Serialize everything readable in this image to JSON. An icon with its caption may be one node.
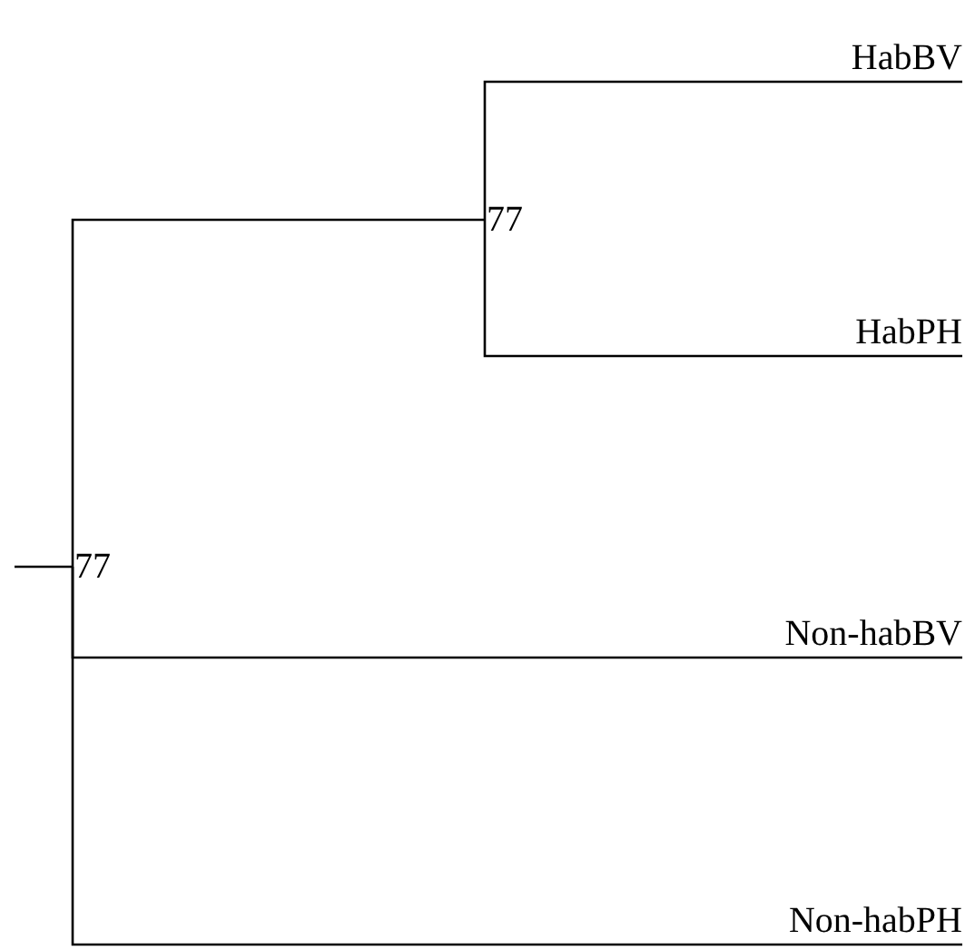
{
  "diagram": {
    "nodes": [
      {
        "text": [
          "77"
        ]
      },
      {
        "text": [
          "77"
        ]
      },
      {
        "text": [
          "HabBV"
        ]
      },
      {
        "text": [
          "HabPH"
        ]
      },
      {
        "text": [
          "Non-habBV"
        ]
      },
      {
        "text": [
          "Non-habPH"
        ]
      }
    ],
    "edges": [
      {
        "from": null,
        "to": 0,
        "arrow": "none"
      },
      {
        "from": 0,
        "to": 1,
        "arrow": "none"
      },
      {
        "from": 1,
        "to": 2,
        "arrow": "none"
      },
      {
        "from": 1,
        "to": 3,
        "arrow": "none"
      },
      {
        "from": 0,
        "to": 4,
        "arrow": "none"
      },
      {
        "from": 0,
        "to": 5,
        "arrow": "none"
      }
    ]
  }
}
